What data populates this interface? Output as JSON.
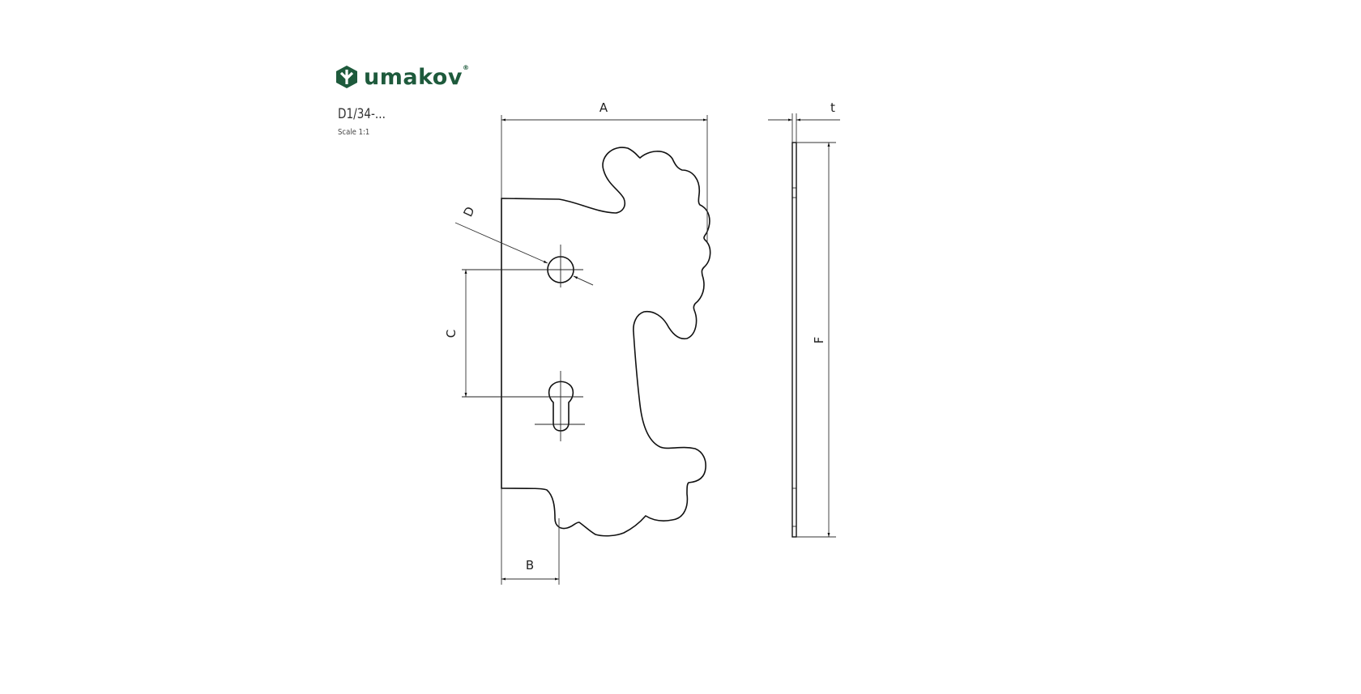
{
  "logo": {
    "brand": "umakov",
    "registered_mark": "®",
    "color": "#1e5a3c",
    "icon": "umakov-hexagon-icon"
  },
  "drawing": {
    "part_number": "D1/34-...",
    "scale_label": "Scale",
    "scale_value": "1:1",
    "scale_text": "Scale  1:1"
  },
  "dimensions": {
    "A": "A",
    "B": "B",
    "C": "C",
    "D": "D",
    "F": "F",
    "t": "t"
  },
  "colors": {
    "line": "#111111",
    "dim_line": "#444444",
    "background": "#ffffff"
  }
}
